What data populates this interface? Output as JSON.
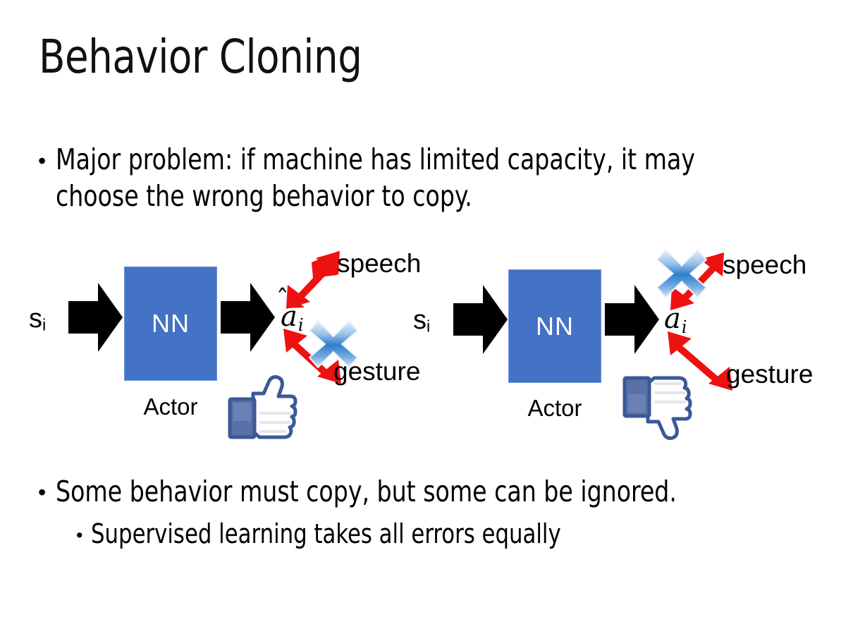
{
  "slide": {
    "title": "Behavior Cloning",
    "background_color": "#FFFFFF"
  },
  "bullets": {
    "top": "Major problem: if machine has limited capacity, it may choose the wrong behavior to copy.",
    "bottom_level1": "Some behavior must copy, but some can be ignored.",
    "bottom_level2": "Supervised learning takes all errors equally",
    "marker": "•"
  },
  "colors": {
    "nn_box_fill": "#4472C4",
    "nn_box_border": "#6B95D8",
    "arrow_black": "#000000",
    "arrow_red": "#EE1111",
    "x_mark_blue": "#5B9BD5",
    "thumb_outline": "#3B5998",
    "thumb_fill": "#FFFFFF",
    "thumb_cuff": "#5B6FA8",
    "text": "#000000"
  },
  "diagram": {
    "panels": [
      {
        "id": "left",
        "input_label": "s",
        "input_subscript": "i",
        "nn_label": "NN",
        "actor_label": "Actor",
        "output_symbol": "a",
        "output_subscript": "i",
        "output_hat": "̂",
        "branches": [
          {
            "name": "speech",
            "label": "speech",
            "crossed_out": false
          },
          {
            "name": "gesture",
            "label": "gesture",
            "crossed_out": true
          }
        ],
        "feedback_icon": "thumbs-up",
        "feedback_sentiment": "positive"
      },
      {
        "id": "right",
        "input_label": "s",
        "input_subscript": "i",
        "nn_label": "NN",
        "actor_label": "Actor",
        "output_symbol": "a",
        "output_subscript": "i",
        "output_hat": "̂",
        "branches": [
          {
            "name": "speech",
            "label": "speech",
            "crossed_out": true
          },
          {
            "name": "gesture",
            "label": "gesture",
            "crossed_out": false
          }
        ],
        "feedback_icon": "thumbs-down",
        "feedback_sentiment": "negative"
      }
    ]
  }
}
